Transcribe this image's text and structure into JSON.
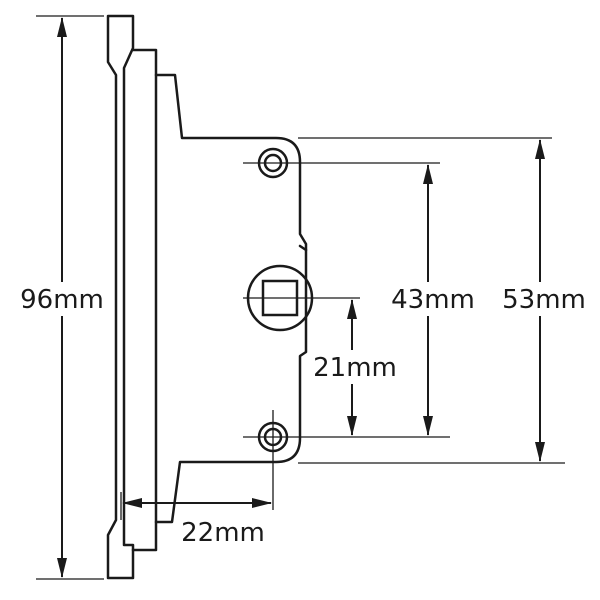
{
  "colors": {
    "ink": "#1a1a1a",
    "paper": "#ffffff"
  },
  "dimensions": {
    "overall_height": "96mm",
    "fixing_centers": "43mm",
    "plate_height": "53mm",
    "center_to_spindle": "21mm",
    "backset": "22mm"
  }
}
